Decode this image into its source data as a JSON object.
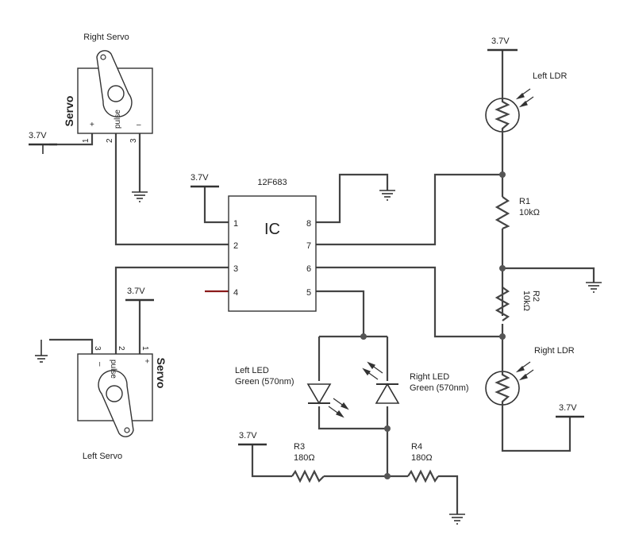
{
  "ic": {
    "part": "12F683",
    "label": "IC",
    "pins_left": [
      "1",
      "2",
      "3",
      "4"
    ],
    "pins_right": [
      "8",
      "7",
      "6",
      "5"
    ]
  },
  "supply": "3.7V",
  "right_servo": {
    "title": "Right Servo",
    "name": "Servo",
    "pin_pos": "+",
    "pin_pulse": "pulse",
    "pin_neg": "–",
    "pin_nums": [
      "1",
      "2",
      "3"
    ]
  },
  "left_servo": {
    "title": "Left Servo",
    "name": "Servo",
    "pin_pos": "+",
    "pin_pulse": "pulse",
    "pin_neg": "–",
    "pin_nums": [
      "1",
      "2",
      "3"
    ]
  },
  "left_ldr": {
    "label": "Left LDR"
  },
  "right_ldr": {
    "label": "Right LDR"
  },
  "r1": {
    "name": "R1",
    "value": "10kΩ"
  },
  "r2": {
    "name": "R2",
    "value": "10kΩ"
  },
  "r3": {
    "name": "R3",
    "value": "180Ω"
  },
  "r4": {
    "name": "R4",
    "value": "180Ω"
  },
  "left_led": {
    "line1": "Left LED",
    "line2": "Green (570nm)"
  },
  "right_led": {
    "line1": "Right LED",
    "line2": "Green (570nm)"
  }
}
